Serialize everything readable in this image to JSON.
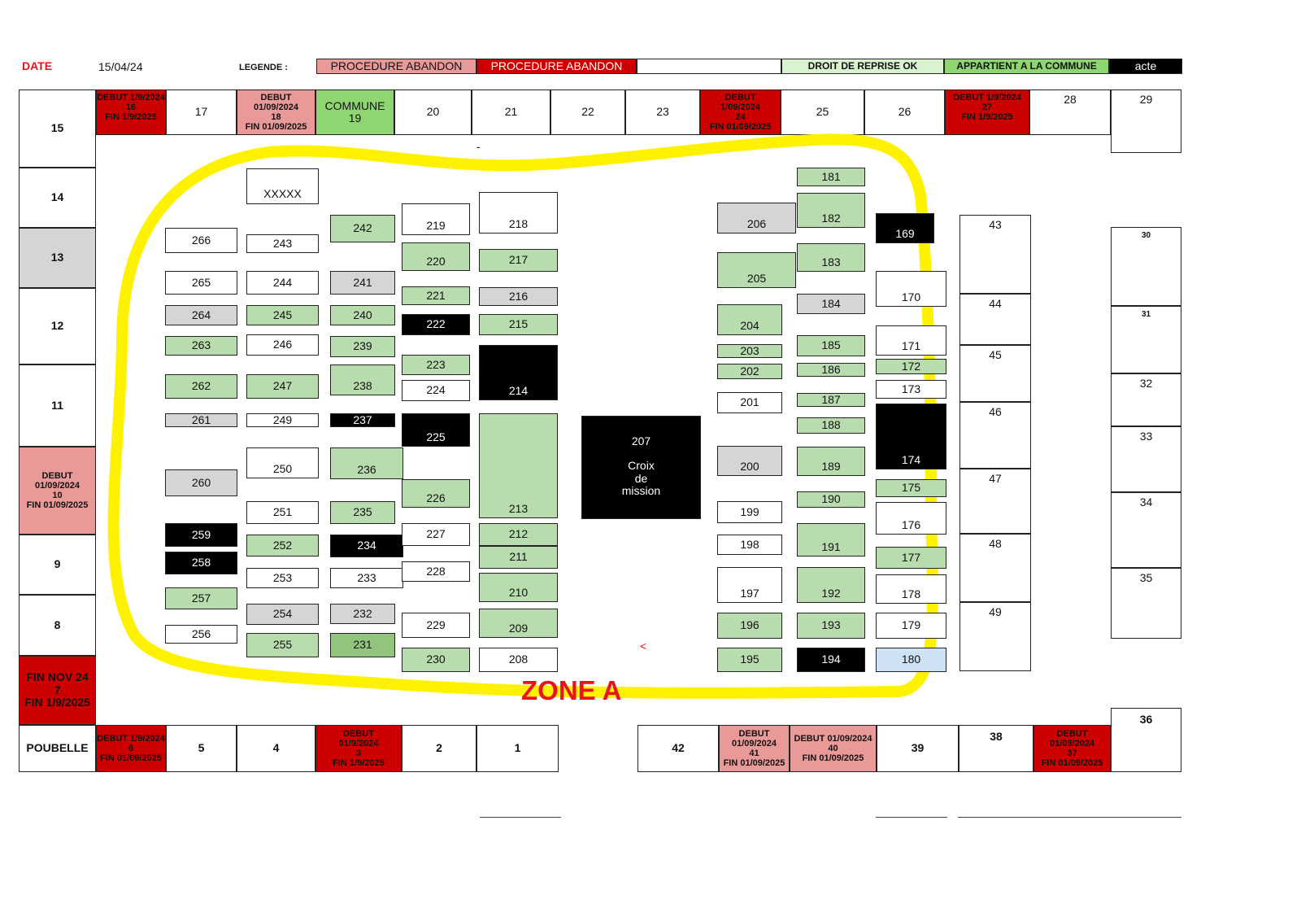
{
  "header": {
    "date_label": "DATE",
    "date_value": "15/04/24",
    "legend_label": "LEGENDE :"
  },
  "legend": [
    {
      "label": "PROCEDURE ABANDON",
      "color": "#ea9999"
    },
    {
      "label": "PROCEDURE ABANDON",
      "color": "#cc0000"
    },
    {
      "label": "",
      "color": "#ffffff"
    },
    {
      "label": "DROIT DE REPRISE OK",
      "color": "#d9f2d0"
    },
    {
      "label": "APPARTIENT A LA COMMUNE",
      "color": "#8fd673"
    },
    {
      "label": "acte",
      "color": "#000000"
    }
  ],
  "zone_title": "ZONE A",
  "stray_marks": [
    "-",
    "<"
  ],
  "status_colors": {
    "w": "#ffffff",
    "g": "#b9dcaf",
    "dg": "#93c47d",
    "gr": "#d5d5d5",
    "k": "#000000",
    "p": "#ea9999",
    "r": "#cc0000",
    "bg": "#8fd673",
    "lb": "#cfe2f3"
  },
  "top_row": [
    "DEBUT 1/9/2024\n16\nFIN 1/9/2025",
    "17",
    "DEBUT 01/09/2024\n18\nFIN 01/09/2025",
    "COMMUNE\n19",
    "20",
    "21",
    "22",
    "23",
    "DEBUT\n1/09/2024\n24\nFIN 01/09/2025",
    "25",
    "26",
    "DEBUT 1/9/2024\n27\nFIN 1/9/2025",
    "28",
    "29"
  ],
  "left_column": [
    "15",
    "14",
    "13",
    "12",
    "11",
    "DEBUT 01/09/2024\n10\nFIN 01/09/2025",
    "9",
    "8",
    "FIN NOV 24\n7\nFIN 1/9/2025"
  ],
  "bottom_row": [
    "POUBELLE",
    "DEBUT 1/9/2024\n6\nFIN 01/09/2025",
    "5",
    "4",
    "DEBUT\n01/9/2024\n3\nFIN 1/9/2025",
    "2",
    "1",
    "42",
    "DEBUT 01/09/2024\n41\nFIN 01/09/2025",
    "DEBUT 01/09/2024\n40\nFIN 01/09/2025",
    "39",
    "38",
    "DEBUT\n01/09/2024\n37\nFIN 01/09/2025",
    "36"
  ],
  "right_columns": [
    "43",
    "44",
    "45",
    "46",
    "47",
    "48",
    "49",
    "30",
    "31",
    "32",
    "33",
    "34",
    "35"
  ],
  "plots": [
    "266",
    "265",
    "264",
    "263",
    "262",
    "261",
    "260",
    "259",
    "258",
    "257",
    "256",
    "XXXXX",
    "243",
    "244",
    "245",
    "246",
    "247",
    "249",
    "250",
    "251",
    "252",
    "253",
    "254",
    "255",
    "242",
    "241",
    "240",
    "239",
    "238",
    "237",
    "236",
    "235",
    "234",
    "233",
    "232",
    "231",
    "219",
    "220",
    "221",
    "222",
    "223",
    "224",
    "225",
    "226",
    "227",
    "228",
    "229",
    "230",
    "218",
    "217",
    "216",
    "215",
    "214",
    "213",
    "212",
    "211",
    "210",
    "209",
    "208",
    "207\n\nCroix\nde\nmission",
    "206",
    "205",
    "204",
    "203",
    "202",
    "201",
    "200",
    "199",
    "198",
    "197",
    "196",
    "195",
    "181",
    "182",
    "183",
    "184",
    "185",
    "186",
    "187",
    "188",
    "189",
    "190",
    "191",
    "192",
    "193",
    "194",
    "169",
    "170",
    "171",
    "172",
    "173",
    "174",
    "175",
    "176",
    "177",
    "178",
    "179",
    "180"
  ]
}
